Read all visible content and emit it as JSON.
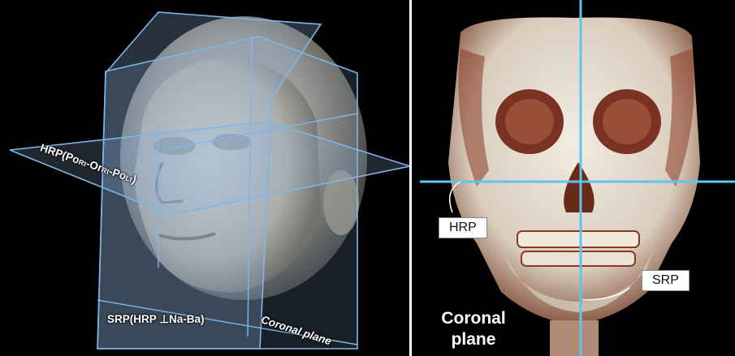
{
  "left_panel": {
    "hrp_label": {
      "prefix": "HRP(Po",
      "s1": "Rt",
      "mid1": "-Or",
      "s2": "Rt",
      "mid2": "-Po",
      "s3": "Lt",
      "suffix": ")"
    },
    "srp_label": "SRP(HRP ⊥Na-Ba)",
    "coronal_label": "Coronal plane"
  },
  "right_panel": {
    "hrp_box": "HRP",
    "srp_box": "SRP",
    "coronal_line1": "Coronal",
    "coronal_line2": "plane"
  },
  "colors": {
    "plane_edge": "#7fb6e8",
    "plane_fill": "#8fb3e0",
    "reference_line": "#5ec6ee",
    "skull": "#e9e1d3",
    "tissue": "#8a3a22"
  }
}
